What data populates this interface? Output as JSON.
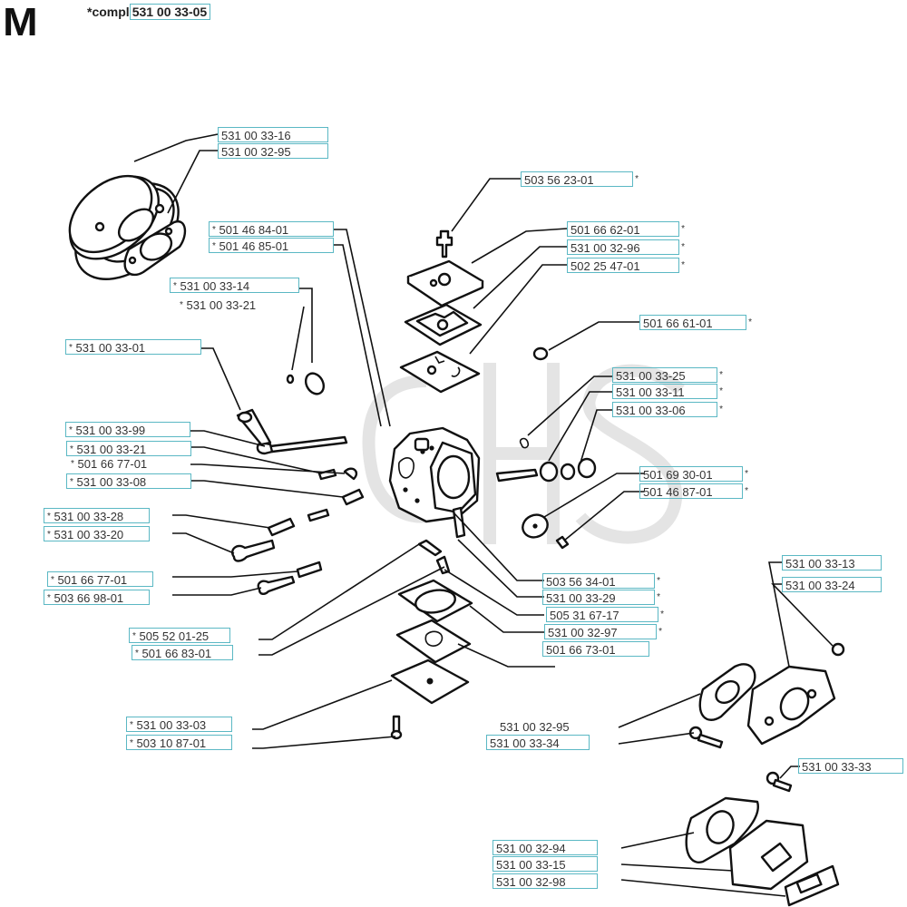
{
  "header": {
    "section_letter": "M",
    "compl_prefix": "*compl",
    "compl_part_number": "531 00 33-05"
  },
  "watermark": "GHS",
  "labels": [
    {
      "id": "L1",
      "text": "531 00 33-16",
      "prefix": "",
      "suffix": "",
      "boxed": true
    },
    {
      "id": "L2",
      "text": "531 00 32-95",
      "prefix": "",
      "suffix": "",
      "boxed": true
    },
    {
      "id": "L3",
      "text": "503 56 23-01",
      "prefix": "",
      "suffix": "*",
      "boxed": true
    },
    {
      "id": "L4",
      "text": "501 46 84-01",
      "prefix": "*",
      "suffix": "",
      "boxed": true
    },
    {
      "id": "L5",
      "text": "501 46 85-01",
      "prefix": "*",
      "suffix": "",
      "boxed": true
    },
    {
      "id": "L6",
      "text": "501 66 62-01",
      "prefix": "",
      "suffix": "*",
      "boxed": true
    },
    {
      "id": "L7",
      "text": "531 00 32-96",
      "prefix": "",
      "suffix": "*",
      "boxed": true
    },
    {
      "id": "L8",
      "text": "502 25 47-01",
      "prefix": "",
      "suffix": "*",
      "boxed": true
    },
    {
      "id": "L9",
      "text": "531 00 33-14",
      "prefix": "*",
      "suffix": "",
      "boxed": true
    },
    {
      "id": "L10",
      "text": "531 00 33-21",
      "prefix": "*",
      "suffix": "",
      "boxed": false
    },
    {
      "id": "L11",
      "text": "501 66 61-01",
      "prefix": "",
      "suffix": "*",
      "boxed": true
    },
    {
      "id": "L12",
      "text": "531 00 33-01",
      "prefix": "*",
      "suffix": "",
      "boxed": true
    },
    {
      "id": "L13",
      "text": "531 00 33-25",
      "prefix": "",
      "suffix": "*",
      "boxed": true
    },
    {
      "id": "L14",
      "text": "531 00 33-11",
      "prefix": "",
      "suffix": "*",
      "boxed": true
    },
    {
      "id": "L15",
      "text": "531 00 33-06",
      "prefix": "",
      "suffix": "*",
      "boxed": true
    },
    {
      "id": "L16",
      "text": "531 00 33-99",
      "prefix": "*",
      "suffix": "",
      "boxed": true
    },
    {
      "id": "L17",
      "text": "531 00 33-21",
      "prefix": "*",
      "suffix": "",
      "boxed": true
    },
    {
      "id": "L18",
      "text": "501 66 77-01",
      "prefix": "*",
      "suffix": "",
      "boxed": false
    },
    {
      "id": "L19",
      "text": "531 00 33-08",
      "prefix": "*",
      "suffix": "",
      "boxed": true
    },
    {
      "id": "L20",
      "text": "501 69 30-01",
      "prefix": "",
      "suffix": "*",
      "boxed": true
    },
    {
      "id": "L21",
      "text": "501 46 87-01",
      "prefix": "",
      "suffix": "*",
      "boxed": true
    },
    {
      "id": "L22",
      "text": "531 00 33-28",
      "prefix": "*",
      "suffix": "",
      "boxed": true
    },
    {
      "id": "L23",
      "text": "531 00 33-20",
      "prefix": "*",
      "suffix": "",
      "boxed": true
    },
    {
      "id": "L24",
      "text": "531 00 33-13",
      "prefix": "",
      "suffix": "",
      "boxed": true
    },
    {
      "id": "L25",
      "text": "531 00 33-24",
      "prefix": "",
      "suffix": "",
      "boxed": true
    },
    {
      "id": "L26",
      "text": "501 66 77-01",
      "prefix": "*",
      "suffix": "",
      "boxed": true
    },
    {
      "id": "L27",
      "text": "503 66 98-01",
      "prefix": "*",
      "suffix": "",
      "boxed": true
    },
    {
      "id": "L28",
      "text": "503 56 34-01",
      "prefix": "",
      "suffix": "*",
      "boxed": true
    },
    {
      "id": "L29",
      "text": "531 00 33-29",
      "prefix": "",
      "suffix": "*",
      "boxed": true
    },
    {
      "id": "L30",
      "text": "505 31 67-17",
      "prefix": "",
      "suffix": "*",
      "boxed": true
    },
    {
      "id": "L31",
      "text": "531 00 32-97",
      "prefix": "",
      "suffix": "*",
      "boxed": true
    },
    {
      "id": "L32",
      "text": "501 66 73-01",
      "prefix": "",
      "suffix": "",
      "boxed": true
    },
    {
      "id": "L33",
      "text": "505 52 01-25",
      "prefix": "*",
      "suffix": "",
      "boxed": true
    },
    {
      "id": "L34",
      "text": "501 66 83-01",
      "prefix": "*",
      "suffix": "",
      "boxed": true
    },
    {
      "id": "L35",
      "text": "531 00 33-03",
      "prefix": "*",
      "suffix": "",
      "boxed": true
    },
    {
      "id": "L36",
      "text": "503 10 87-01",
      "prefix": "*",
      "suffix": "",
      "boxed": true
    },
    {
      "id": "L37",
      "text": "531 00 32-95",
      "prefix": "",
      "suffix": "",
      "boxed": false
    },
    {
      "id": "L38",
      "text": "531 00 33-34",
      "prefix": "",
      "suffix": "",
      "boxed": true
    },
    {
      "id": "L39",
      "text": "531 00 33-33",
      "prefix": "",
      "suffix": "",
      "boxed": true
    },
    {
      "id": "L40",
      "text": "531 00 32-94",
      "prefix": "",
      "suffix": "",
      "boxed": true
    },
    {
      "id": "L41",
      "text": "531 00 33-15",
      "prefix": "",
      "suffix": "",
      "boxed": true
    },
    {
      "id": "L42",
      "text": "531 00 32-98",
      "prefix": "",
      "suffix": "",
      "boxed": true
    }
  ]
}
